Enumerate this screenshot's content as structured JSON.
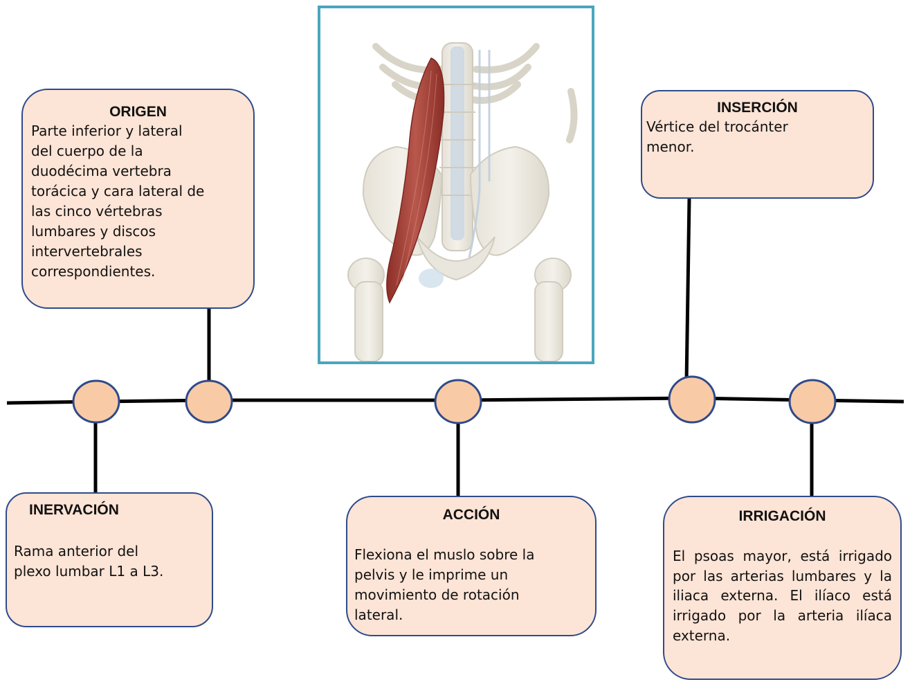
{
  "origen": {
    "title": "ORIGEN",
    "lines": [
      "Parte inferior y lateral",
      "del cuerpo de la",
      "duodécima vertebra",
      "torácica y cara lateral de",
      "las cinco vértebras",
      "lumbares y discos",
      "intervertebrales",
      "correspondientes."
    ]
  },
  "insercion": {
    "title": "INSERCIÓN",
    "lines": [
      "Vértice del trocánter",
      "menor."
    ]
  },
  "inervacion": {
    "title": "INERVACIÓN",
    "lines": [
      "Rama anterior del",
      "plexo lumbar L1 a L3."
    ]
  },
  "accion": {
    "title": "ACCIÓN",
    "lines": [
      "Flexiona el muslo sobre la",
      "pelvis y le imprime un",
      "movimiento de rotación",
      "lateral."
    ]
  },
  "irrigacion": {
    "title": "IRRIGACIÓN",
    "text": "El psoas mayor, está irrigado por las arterias lumbares y la iliaca externa. El ilíaco está irrigado por la arteria ilíaca externa."
  },
  "colors": {
    "box_fill": "#fce4d6",
    "box_border": "#2f4a8a",
    "node_fill": "#f8cba6",
    "frame_border": "#4aa6bf",
    "muscle": "#a8433a"
  }
}
